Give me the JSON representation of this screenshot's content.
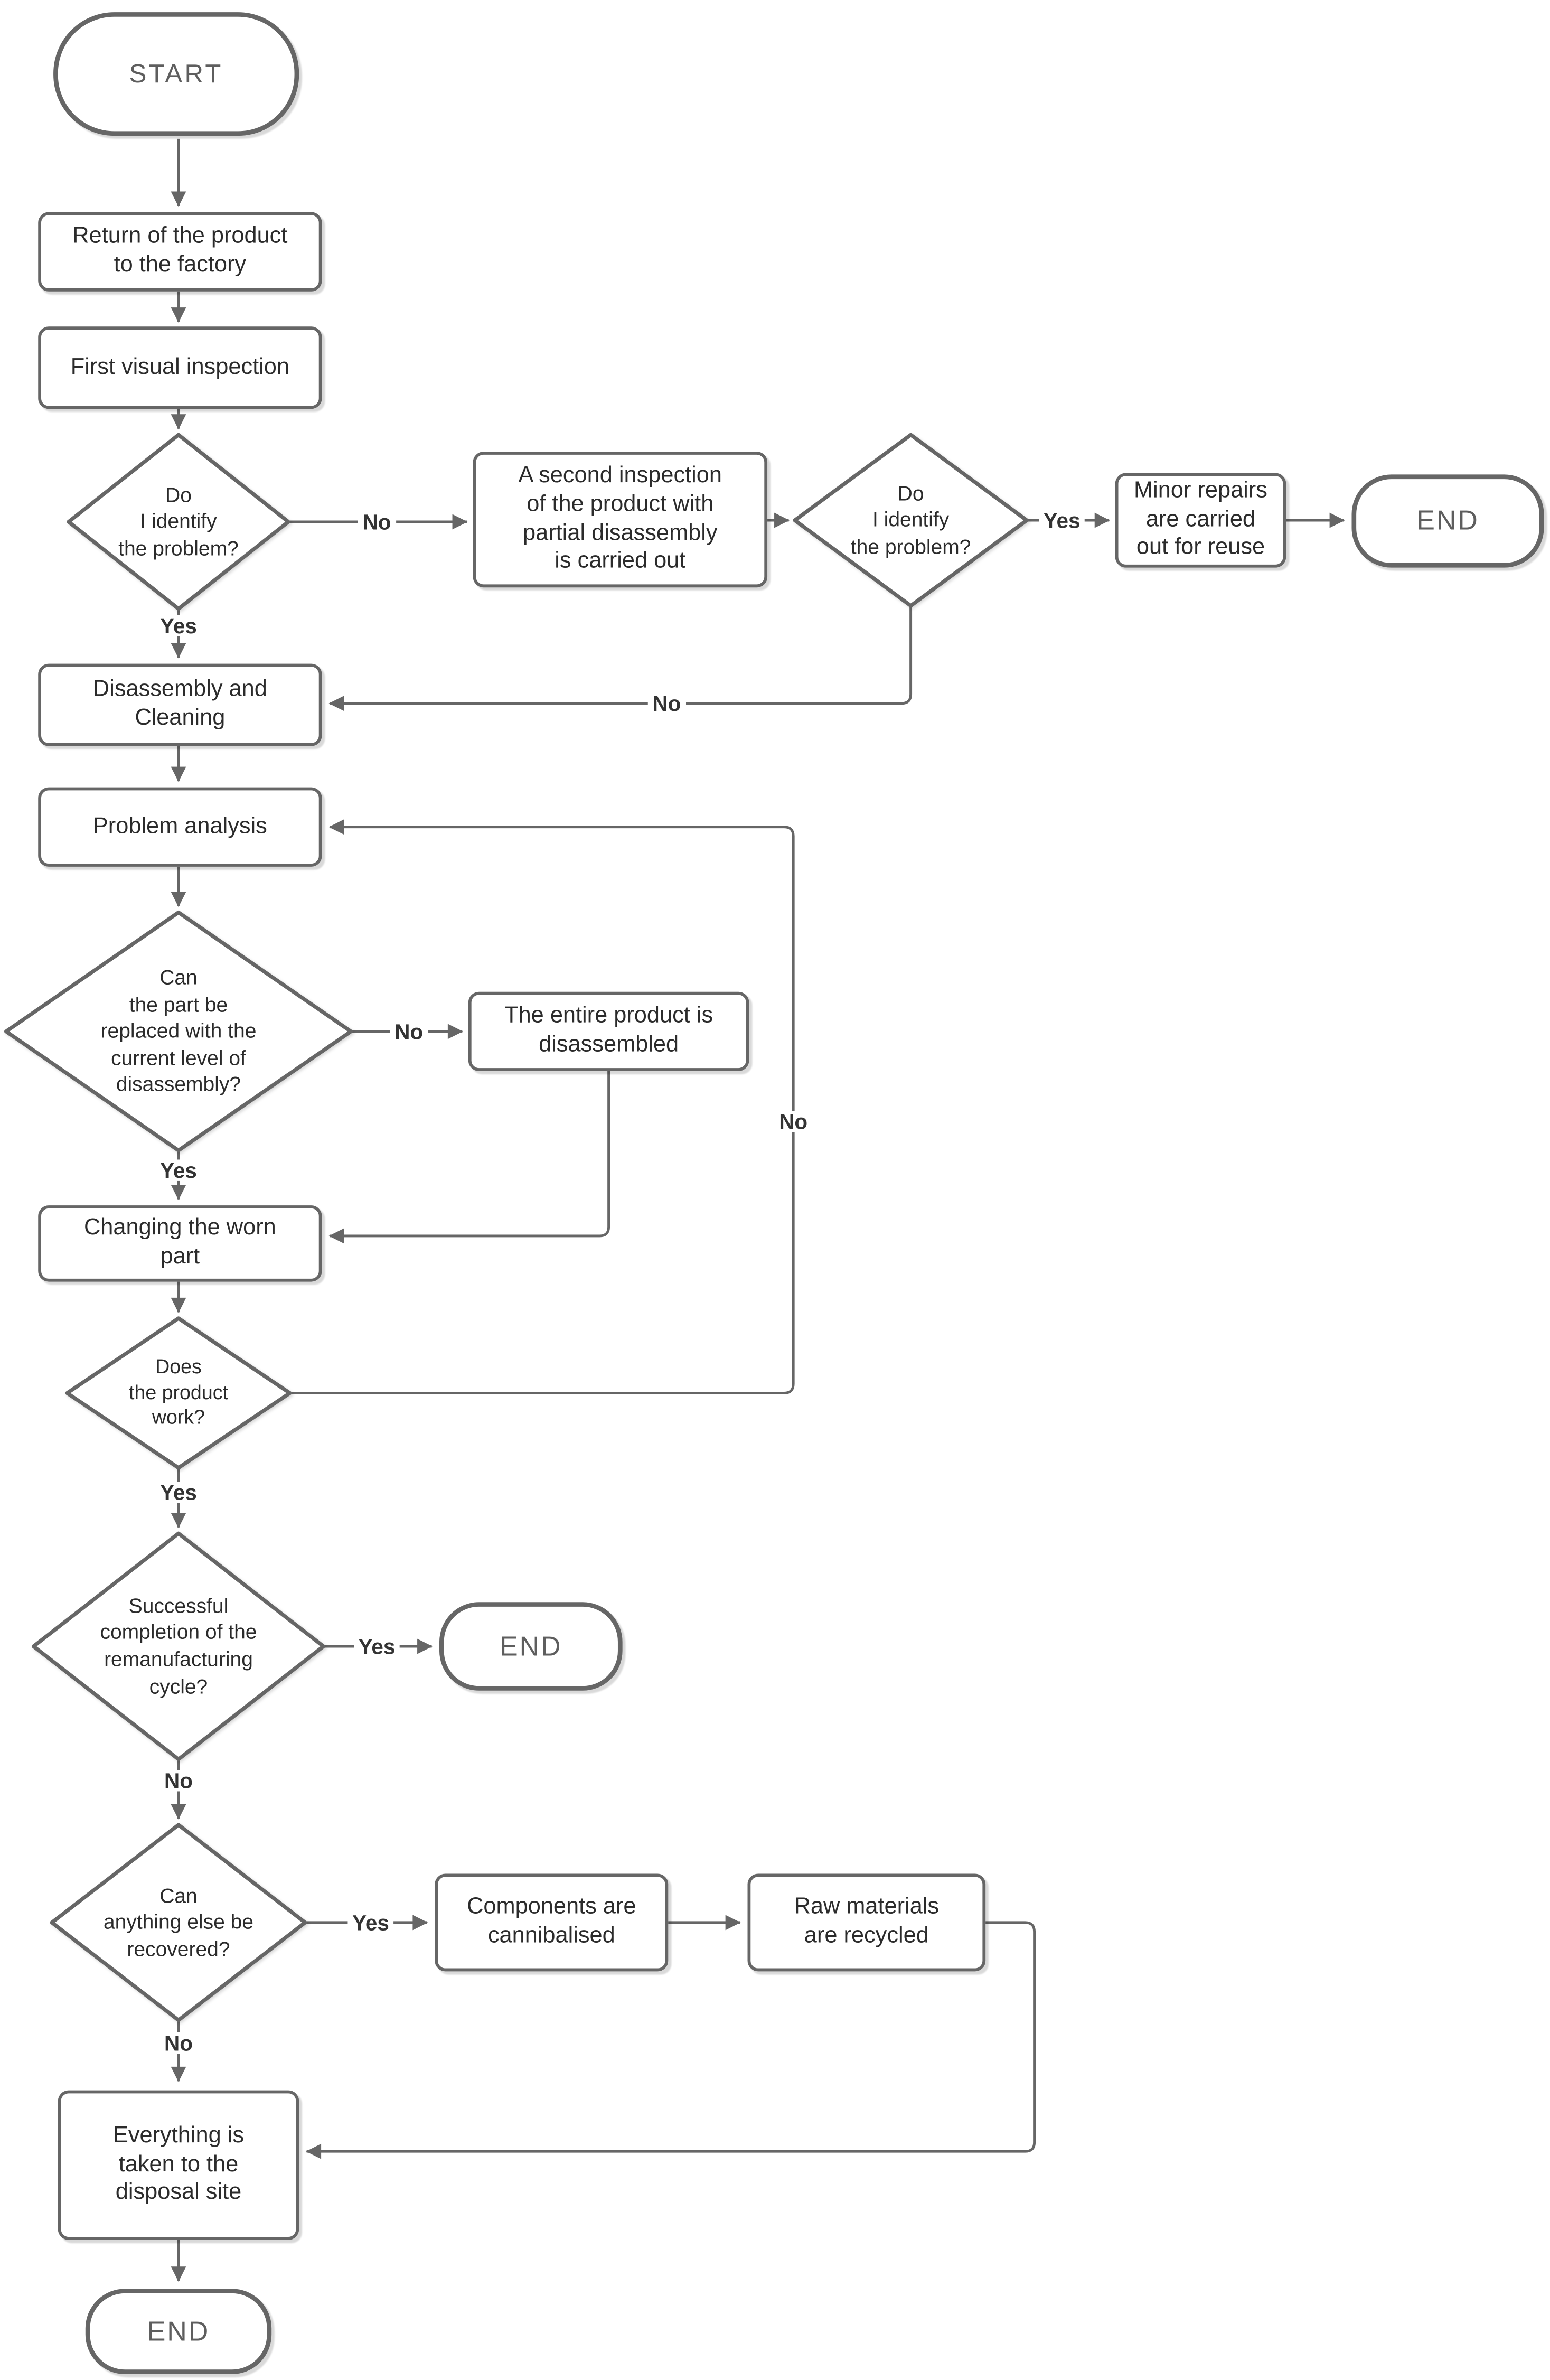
{
  "diagram": {
    "type": "flowchart",
    "background": "#ffffff",
    "stroke_color": "#666666",
    "node_text_color": "#2b2b2b",
    "terminator_text_color": "#5e5e5e",
    "label_text_color": "#333333"
  },
  "nodes": {
    "start": "START",
    "return_product": "Return of the product\nto the factory",
    "first_inspection": "First visual inspection",
    "identify_problem_1": "Do\nI identify\nthe problem?",
    "second_inspection": "A second inspection\nof the product with\npartial disassembly\nis carried out",
    "identify_problem_2": "Do\nI identify\nthe problem?",
    "minor_repairs": "Minor repairs\nare carried\nout for reuse",
    "end_1": "END",
    "disassembly_cleaning": "Disassembly and\nCleaning",
    "problem_analysis": "Problem analysis",
    "part_replaceable": "Can\nthe part be\nreplaced with the\ncurrent level of\ndisassembly?",
    "entire_disassembled": "The entire product is\ndisassembled",
    "changing_worn_part": "Changing the worn\npart",
    "product_works": "Does\nthe product\nwork?",
    "successful_completion": "Successful\ncompletion of the\nremanufacturing\ncycle?",
    "end_2": "END",
    "anything_recovered": "Can\nanything else be\nrecovered?",
    "components_cannibalised": "Components are\ncannibalised",
    "raw_materials_recycled": "Raw materials\nare recycled",
    "disposal_site": "Everything is\ntaken to the\ndisposal site",
    "end_3": "END"
  },
  "edges": [
    {
      "from": "start",
      "to": "return_product",
      "label": ""
    },
    {
      "from": "return_product",
      "to": "first_inspection",
      "label": ""
    },
    {
      "from": "first_inspection",
      "to": "identify_problem_1",
      "label": ""
    },
    {
      "from": "identify_problem_1",
      "to": "second_inspection",
      "label": "No"
    },
    {
      "from": "second_inspection",
      "to": "identify_problem_2",
      "label": ""
    },
    {
      "from": "identify_problem_2",
      "to": "minor_repairs",
      "label": "Yes"
    },
    {
      "from": "minor_repairs",
      "to": "end_1",
      "label": ""
    },
    {
      "from": "identify_problem_1",
      "to": "disassembly_cleaning",
      "label": "Yes"
    },
    {
      "from": "identify_problem_2",
      "to": "disassembly_cleaning",
      "label": "No"
    },
    {
      "from": "disassembly_cleaning",
      "to": "problem_analysis",
      "label": ""
    },
    {
      "from": "problem_analysis",
      "to": "part_replaceable",
      "label": ""
    },
    {
      "from": "part_replaceable",
      "to": "entire_disassembled",
      "label": "No"
    },
    {
      "from": "entire_disassembled",
      "to": "changing_worn_part",
      "label": ""
    },
    {
      "from": "part_replaceable",
      "to": "changing_worn_part",
      "label": "Yes"
    },
    {
      "from": "changing_worn_part",
      "to": "product_works",
      "label": ""
    },
    {
      "from": "product_works",
      "to": "problem_analysis",
      "label": "No"
    },
    {
      "from": "product_works",
      "to": "successful_completion",
      "label": "Yes"
    },
    {
      "from": "successful_completion",
      "to": "end_2",
      "label": "Yes"
    },
    {
      "from": "successful_completion",
      "to": "anything_recovered",
      "label": "No"
    },
    {
      "from": "anything_recovered",
      "to": "components_cannibalised",
      "label": "Yes"
    },
    {
      "from": "components_cannibalised",
      "to": "raw_materials_recycled",
      "label": ""
    },
    {
      "from": "raw_materials_recycled",
      "to": "disposal_site",
      "label": ""
    },
    {
      "from": "anything_recovered",
      "to": "disposal_site",
      "label": "No"
    },
    {
      "from": "disposal_site",
      "to": "end_3",
      "label": ""
    }
  ]
}
